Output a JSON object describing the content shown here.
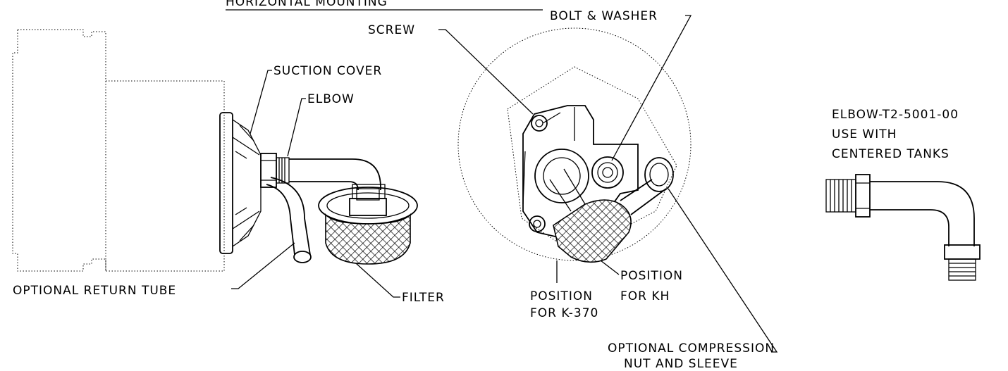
{
  "header": {
    "title": "HORIZONTAL MOUNTING"
  },
  "labels": {
    "bolt_washer": "BOLT & WASHER",
    "screw": "SCREW",
    "suction_cover": "SUCTION COVER",
    "elbow": "ELBOW",
    "optional_return_tube": "OPTIONAL RETURN TUBE",
    "filter": "FILTER",
    "position_kh_1": "POSITION",
    "position_kh_2": "FOR KH",
    "position_k370_1": "POSITION",
    "position_k370_2": "FOR K-370",
    "compression_1": "OPTIONAL COMPRESSION",
    "compression_2": "NUT AND SLEEVE"
  },
  "elbow_note": {
    "line1": "ELBOW-T2-5001-00",
    "line2": "USE WITH",
    "line3": "CENTERED TANKS"
  }
}
